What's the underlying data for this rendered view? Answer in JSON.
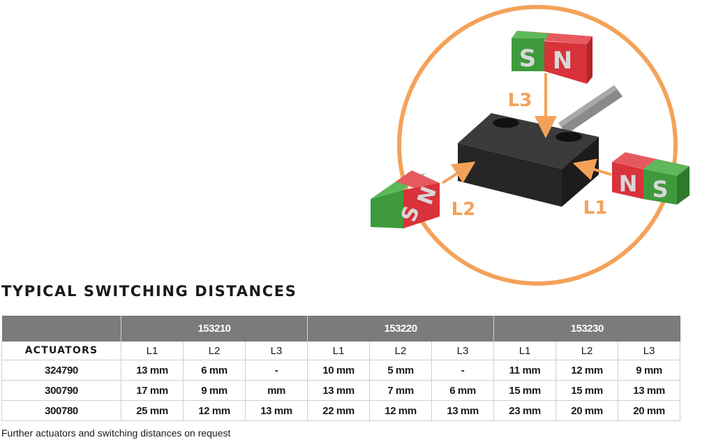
{
  "colors": {
    "accent_orange": "#f4a259",
    "magnet_red": "#d8323a",
    "magnet_green": "#3f9a3d",
    "header_gray": "#7b7b7b",
    "sensor_body": "#2e2e2e"
  },
  "diagram": {
    "magnet_top": {
      "left": "S",
      "right": "N"
    },
    "magnet_right": {
      "left": "N",
      "right": "S"
    },
    "magnet_left": {
      "left": "S",
      "right": "N"
    },
    "label_l1": "L1",
    "label_l2": "L2",
    "label_l3": "L3"
  },
  "section_title": "TYPICAL SWITCHING DISTANCES",
  "table": {
    "groups": [
      "153210",
      "153220",
      "153230"
    ],
    "actuators_label": "ACTUATORS",
    "sub_headers": [
      "L1",
      "L2",
      "L3",
      "L1",
      "L2",
      "L3",
      "L1",
      "L2",
      "L3"
    ],
    "rows": [
      {
        "actuator": "324790",
        "cells": [
          "13 mm",
          "6 mm",
          "-",
          "10 mm",
          "5 mm",
          "-",
          "11 mm",
          "12 mm",
          "9 mm"
        ]
      },
      {
        "actuator": "300790",
        "cells": [
          "17 mm",
          "9 mm",
          "mm",
          "13 mm",
          "7 mm",
          "6 mm",
          "15 mm",
          "15 mm",
          "13 mm"
        ]
      },
      {
        "actuator": "300780",
        "cells": [
          "25 mm",
          "12 mm",
          "13 mm",
          "22 mm",
          "12 mm",
          "13 mm",
          "23 mm",
          "20 mm",
          "20 mm"
        ]
      }
    ]
  },
  "footnote": "Further actuators and switching distances on request"
}
